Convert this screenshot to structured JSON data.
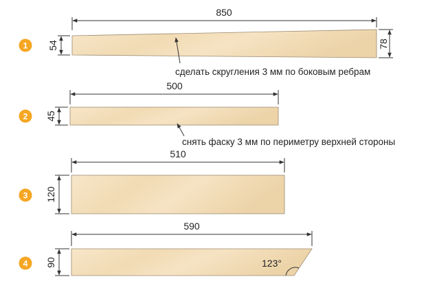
{
  "colors": {
    "badge": "#f5a623",
    "wood_light": "#f6e3c2",
    "wood_dark": "#e9cd9f",
    "line": "#333333"
  },
  "parts": [
    {
      "number": "1",
      "length": "850",
      "height_left": "54",
      "height_right": "78",
      "note": "сделать скругления 3 мм по боковым ребрам"
    },
    {
      "number": "2",
      "length": "500",
      "height_left": "45",
      "note": "снять фаску 3 мм по периметру верхней стороны"
    },
    {
      "number": "3",
      "length": "510",
      "height_left": "120"
    },
    {
      "number": "4",
      "length": "590",
      "height_left": "90",
      "angle": "123°"
    }
  ]
}
